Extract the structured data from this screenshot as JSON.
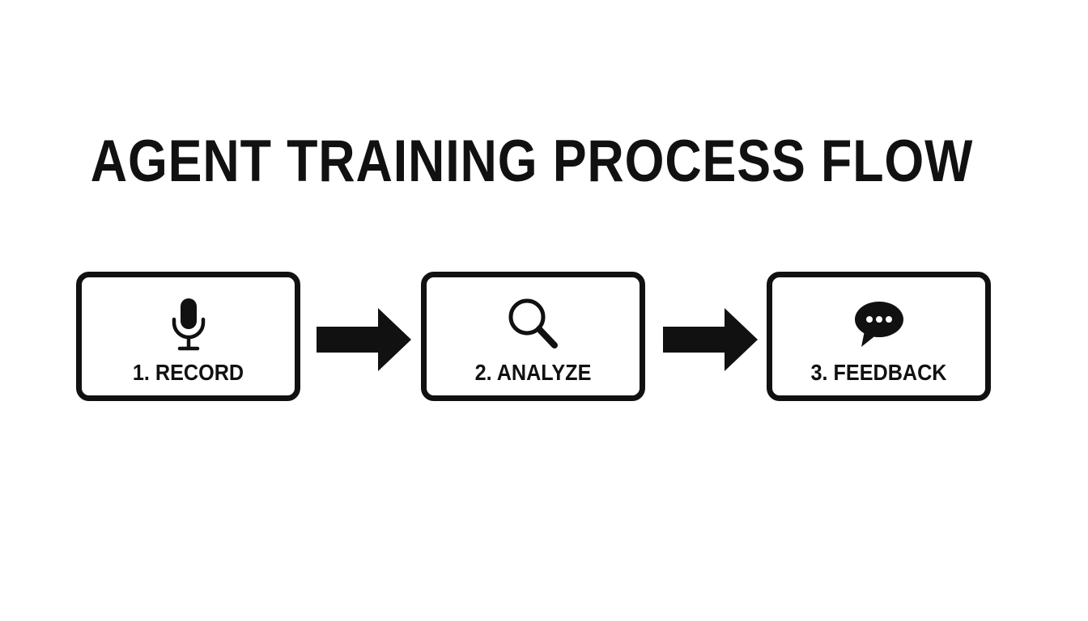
{
  "title": "AGENT TRAINING PROCESS FLOW",
  "steps": [
    {
      "label": "1. RECORD",
      "icon": "microphone-icon"
    },
    {
      "label": "2. ANALYZE",
      "icon": "magnifier-icon"
    },
    {
      "label": "3. FEEDBACK",
      "icon": "chat-bubble-icon"
    }
  ],
  "colors": {
    "background": "#ffffff",
    "ink": "#111111"
  }
}
